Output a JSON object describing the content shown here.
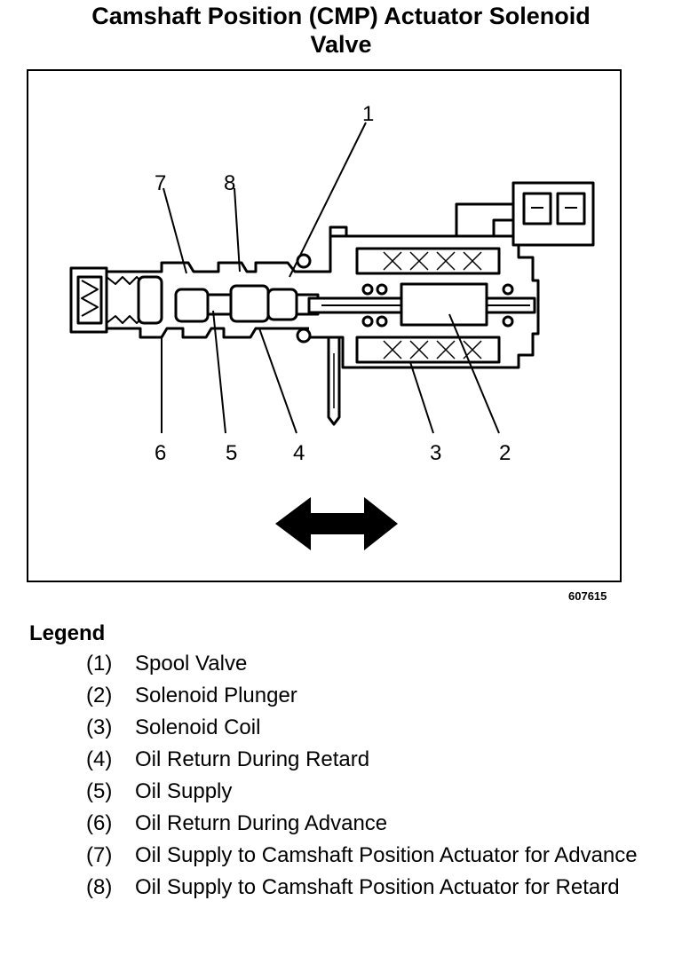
{
  "title": {
    "line1": "Camshaft Position (CMP) Actuator Solenoid",
    "line2": "Valve"
  },
  "figure": {
    "id": "607615",
    "callouts": [
      "1",
      "2",
      "3",
      "4",
      "5",
      "6",
      "7",
      "8"
    ],
    "arrow_icon": "double-headed-arrow-icon"
  },
  "legend": {
    "heading": "Legend",
    "items": [
      {
        "num": "(1)",
        "text": "Spool Valve"
      },
      {
        "num": "(2)",
        "text": "Solenoid Plunger"
      },
      {
        "num": "(3)",
        "text": "Solenoid Coil"
      },
      {
        "num": "(4)",
        "text": "Oil Return During Retard"
      },
      {
        "num": "(5)",
        "text": "Oil Supply"
      },
      {
        "num": "(6)",
        "text": "Oil Return During Advance"
      },
      {
        "num": "(7)",
        "text": "Oil Supply to Camshaft Position Actuator for Advance"
      },
      {
        "num": "(8)",
        "text": "Oil Supply to Camshaft Position Actuator for Retard"
      }
    ]
  }
}
